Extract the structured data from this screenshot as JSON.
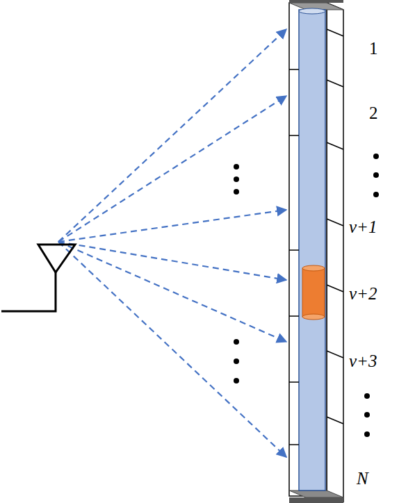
{
  "diagram": {
    "labels": [
      "1",
      "2",
      "v+1",
      "v+2",
      "v+3",
      "N"
    ]
  }
}
